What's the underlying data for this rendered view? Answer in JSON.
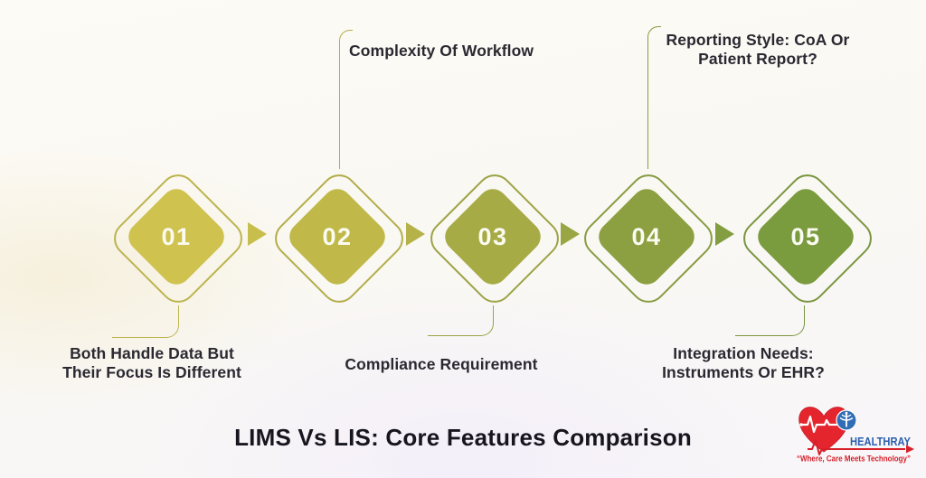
{
  "title": {
    "text": "LIMS Vs LIS: Core Features Comparison",
    "color": "#17161f"
  },
  "label_color": "#2b2831",
  "number_color": "#fbfbf2",
  "background": {
    "top": "#fdfbf5",
    "bottom": "#f8f6f9"
  },
  "steps": [
    {
      "number": "01",
      "label": "Both Handle Data But Their Focus Is Different",
      "label_lines": [
        "Both Handle Data But",
        "Their Focus Is Different"
      ],
      "label_position": "below",
      "fill": "#cfc24f",
      "outline": "#bcb44e"
    },
    {
      "number": "02",
      "label": "Complexity Of Workflow",
      "label_lines": [
        "Complexity Of Workflow"
      ],
      "label_position": "above",
      "fill": "#c0b94a",
      "outline": "#b3ad4a"
    },
    {
      "number": "03",
      "label": "Compliance Requirement",
      "label_lines": [
        "Compliance Requirement"
      ],
      "label_position": "below",
      "fill": "#a7ab45",
      "outline": "#9da346"
    },
    {
      "number": "04",
      "label": "Reporting Style: CoA Or Patient Report?",
      "label_lines": [
        "Reporting Style: CoA Or",
        "Patient Report?"
      ],
      "label_position": "above",
      "fill": "#8ca041",
      "outline": "#879c43"
    },
    {
      "number": "05",
      "label": "Integration Needs: Instruments Or EHR?",
      "label_lines": [
        "Integration Needs:",
        "Instruments Or EHR?"
      ],
      "label_position": "below",
      "fill": "#7a9b3e",
      "outline": "#7a9640"
    }
  ],
  "arrows": [
    {
      "color": "#c8be4c"
    },
    {
      "color": "#b4b248"
    },
    {
      "color": "#99a643"
    },
    {
      "color": "#839e40"
    }
  ],
  "logo": {
    "brand": "HEALTHRAY",
    "tagline": "“Where, Care Meets Technology”",
    "brand_color": "#2a5fae",
    "heart_color": "#e5252e",
    "accent_red": "#d6212b",
    "badge_blue": "#2f6db5"
  }
}
